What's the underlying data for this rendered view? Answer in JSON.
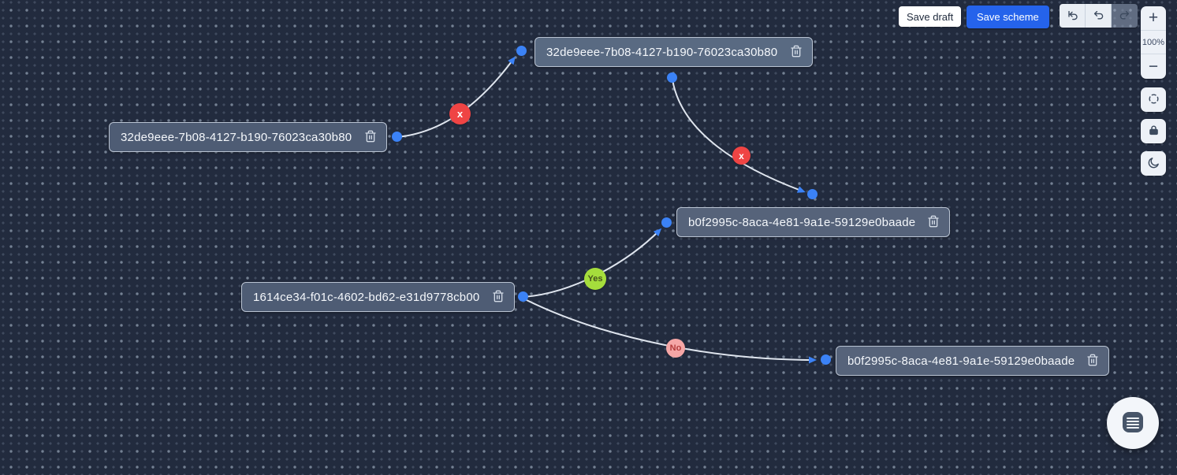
{
  "toolbar": {
    "save_draft_label": "Save draft",
    "save_scheme_label": "Save scheme",
    "history_icons": [
      "undo-all-icon",
      "undo-icon",
      "redo-icon"
    ]
  },
  "zoom_controls": {
    "zoom_in_label": "+",
    "zoom_level": "100%",
    "zoom_out_label": "−",
    "extra_icons": [
      "fit-view-icon",
      "lock-icon",
      "dark-mode-moon-icon"
    ]
  },
  "nodes": [
    {
      "label": "32de9eee-7b08-4127-b190-76023ca30b80"
    },
    {
      "label": "32de9eee-7b08-4127-b190-76023ca30b80"
    },
    {
      "label": "1614ce34-f01c-4602-bd62-e31d9778cb00"
    },
    {
      "label": "b0f2995c-8aca-4e81-9a1e-59129e0baade"
    },
    {
      "label": "b0f2995c-8aca-4e81-9a1e-59129e0baade"
    }
  ],
  "edges": [
    {
      "label": "x",
      "badge_color": "#ef4444",
      "text_color": "#ffffff"
    },
    {
      "label": "x",
      "badge_color": "#ef4444",
      "text_color": "#ffffff"
    },
    {
      "label": "Yes",
      "badge_color": "#a5dd3c",
      "text_color": "#44521c"
    },
    {
      "label": "No",
      "badge_color": "#f5a6a6",
      "text_color": "#b33b3b"
    }
  ],
  "colors": {
    "canvas_background": "#222b3e",
    "node_background": "#4e5c74",
    "node_border": "#b9c3d2",
    "handle_blue": "#3b82f6",
    "edge_stroke": "#dfe5ee",
    "primary_button_blue": "#2563eb"
  }
}
